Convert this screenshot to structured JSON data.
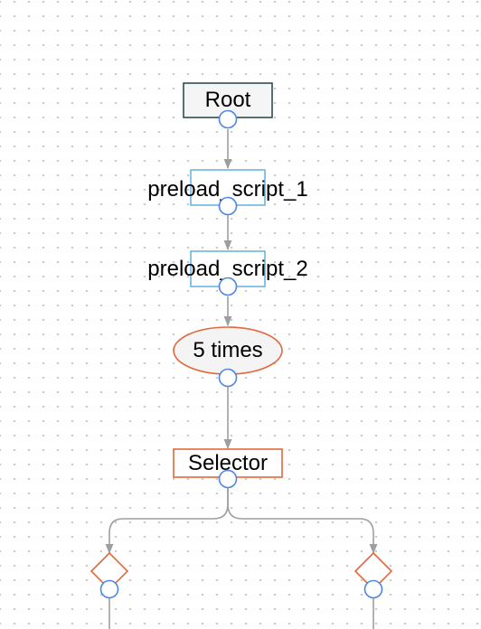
{
  "diagram": {
    "nodes": [
      {
        "id": "root",
        "label": "Root",
        "shape": "rectangle",
        "border_color": "#2f4f4f",
        "fill_color": "#f5f5f5"
      },
      {
        "id": "preload1",
        "label": "preload_script_1",
        "shape": "rectangle",
        "border_color": "#6bb6e0",
        "fill_color": "#ffffff"
      },
      {
        "id": "preload2",
        "label": "preload_script_2",
        "shape": "rectangle",
        "border_color": "#6bb6e0",
        "fill_color": "#ffffff"
      },
      {
        "id": "repeat",
        "label": "5 times",
        "shape": "ellipse",
        "border_color": "#e2683c",
        "fill_color": "#f4f4f4"
      },
      {
        "id": "selector",
        "label": "Selector",
        "shape": "rectangle",
        "border_color": "#e2683c",
        "fill_color": "#ffffff"
      },
      {
        "id": "cond-left",
        "label": "",
        "shape": "diamond",
        "border_color": "#e2683c",
        "fill_color": "#ffffff"
      },
      {
        "id": "cond-right",
        "label": "",
        "shape": "diamond",
        "border_color": "#e2683c",
        "fill_color": "#ffffff"
      }
    ],
    "edges": [
      {
        "from": "root",
        "to": "preload1"
      },
      {
        "from": "preload1",
        "to": "preload2"
      },
      {
        "from": "preload2",
        "to": "repeat"
      },
      {
        "from": "repeat",
        "to": "selector"
      },
      {
        "from": "selector",
        "to": "cond-left"
      },
      {
        "from": "selector",
        "to": "cond-right"
      }
    ],
    "colors": {
      "edge": "#9e9e9e",
      "port_stroke": "#4a86e8",
      "grid_dot": "#c4c4c4"
    }
  }
}
